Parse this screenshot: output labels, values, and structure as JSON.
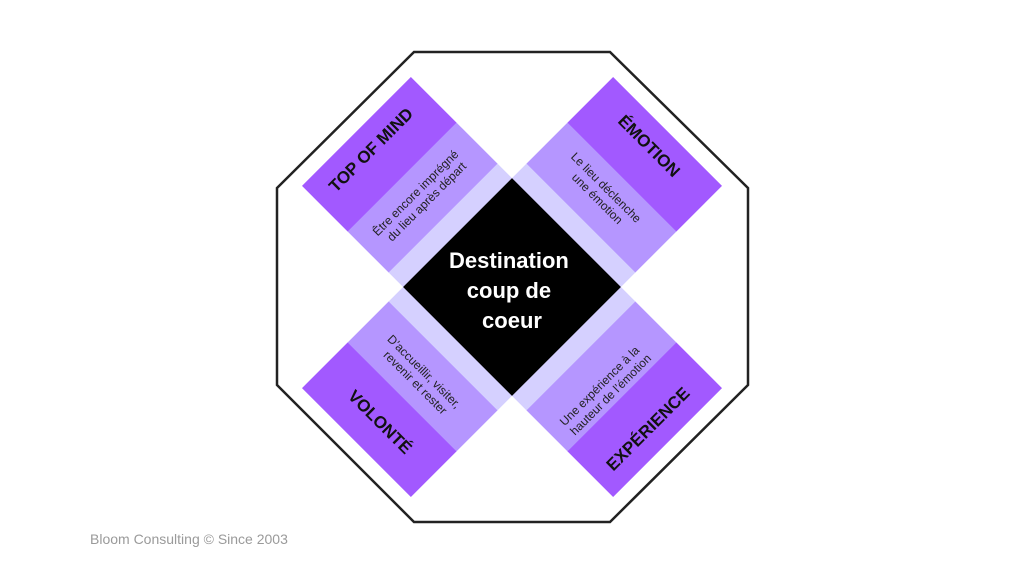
{
  "colors": {
    "dark": "#a259ff",
    "mid": "#b596ff",
    "light": "#d5d0ff",
    "center": "#000000",
    "outline": "#222222"
  },
  "center": {
    "lines": [
      "Destination",
      "coup de",
      "coeur"
    ]
  },
  "arms": {
    "top_left": {
      "title": "TOP OF MIND",
      "sub": [
        "Être encore imprégné",
        "du lieu après départ"
      ]
    },
    "top_right": {
      "title": "ÉMOTION",
      "sub": [
        "Le lieu déclenche",
        "une émotion"
      ]
    },
    "bottom_left": {
      "title": "VOLONTÉ",
      "sub": [
        "D’accueillir, visiter,",
        "revenir et rester"
      ]
    },
    "bottom_right": {
      "title": "EXPÉRIENCE",
      "sub": [
        "Une expérience à la",
        "hauteur de l’émotion"
      ]
    }
  },
  "footer": "Bloom Consulting © Since 2003"
}
